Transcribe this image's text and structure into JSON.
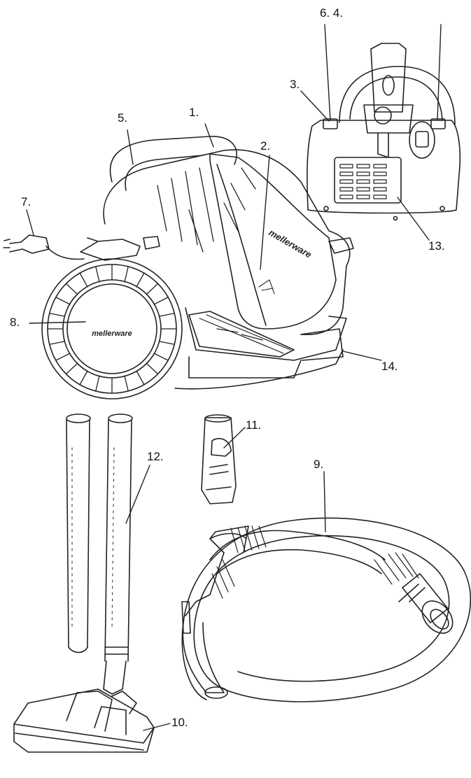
{
  "diagram": {
    "brand": "mellerware",
    "labels": {
      "l1": "1.",
      "l2": "2.",
      "l3": "3.",
      "l4": "6. 4.",
      "l5": "5.",
      "l7": "7.",
      "l8": "8.",
      "l9": "9.",
      "l10": "10.",
      "l11": "11.",
      "l12": "12.",
      "l13": "13.",
      "l14": "14."
    },
    "colors": {
      "line": "#222222",
      "background": "#ffffff"
    }
  }
}
